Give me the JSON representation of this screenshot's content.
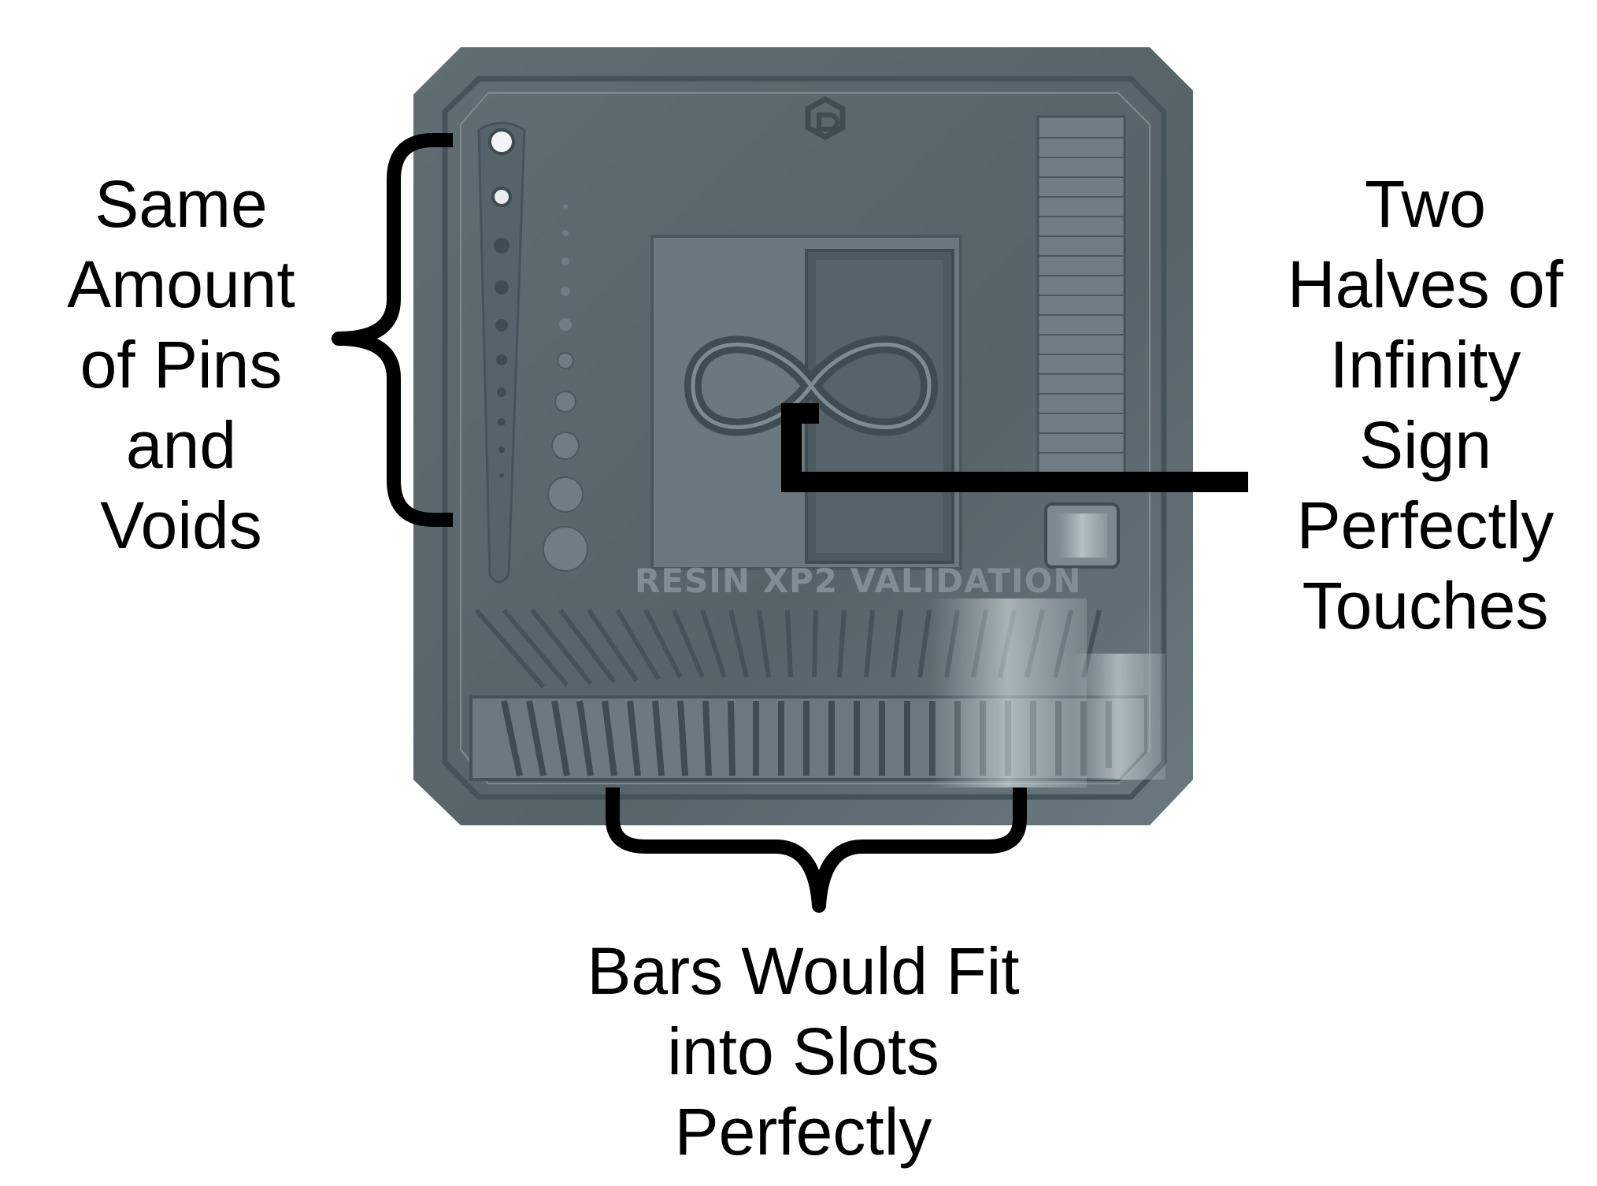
{
  "callouts": {
    "pins_voids": {
      "lines": [
        "Same",
        "Amount",
        "of Pins",
        "and",
        "Voids"
      ]
    },
    "infinity": {
      "lines": [
        "Two",
        "Halves of",
        "Infinity",
        "Sign",
        "Perfectly",
        "Touches"
      ]
    },
    "bars_slots": {
      "lines": [
        "Bars Would Fit",
        "into Slots",
        "Perfectly"
      ]
    }
  },
  "plate": {
    "engraved_text": "RESIN XP2 VALIDATION",
    "material_color": "#5c6b70"
  },
  "colors": {
    "annotation": "#000000",
    "background": "#ffffff"
  }
}
